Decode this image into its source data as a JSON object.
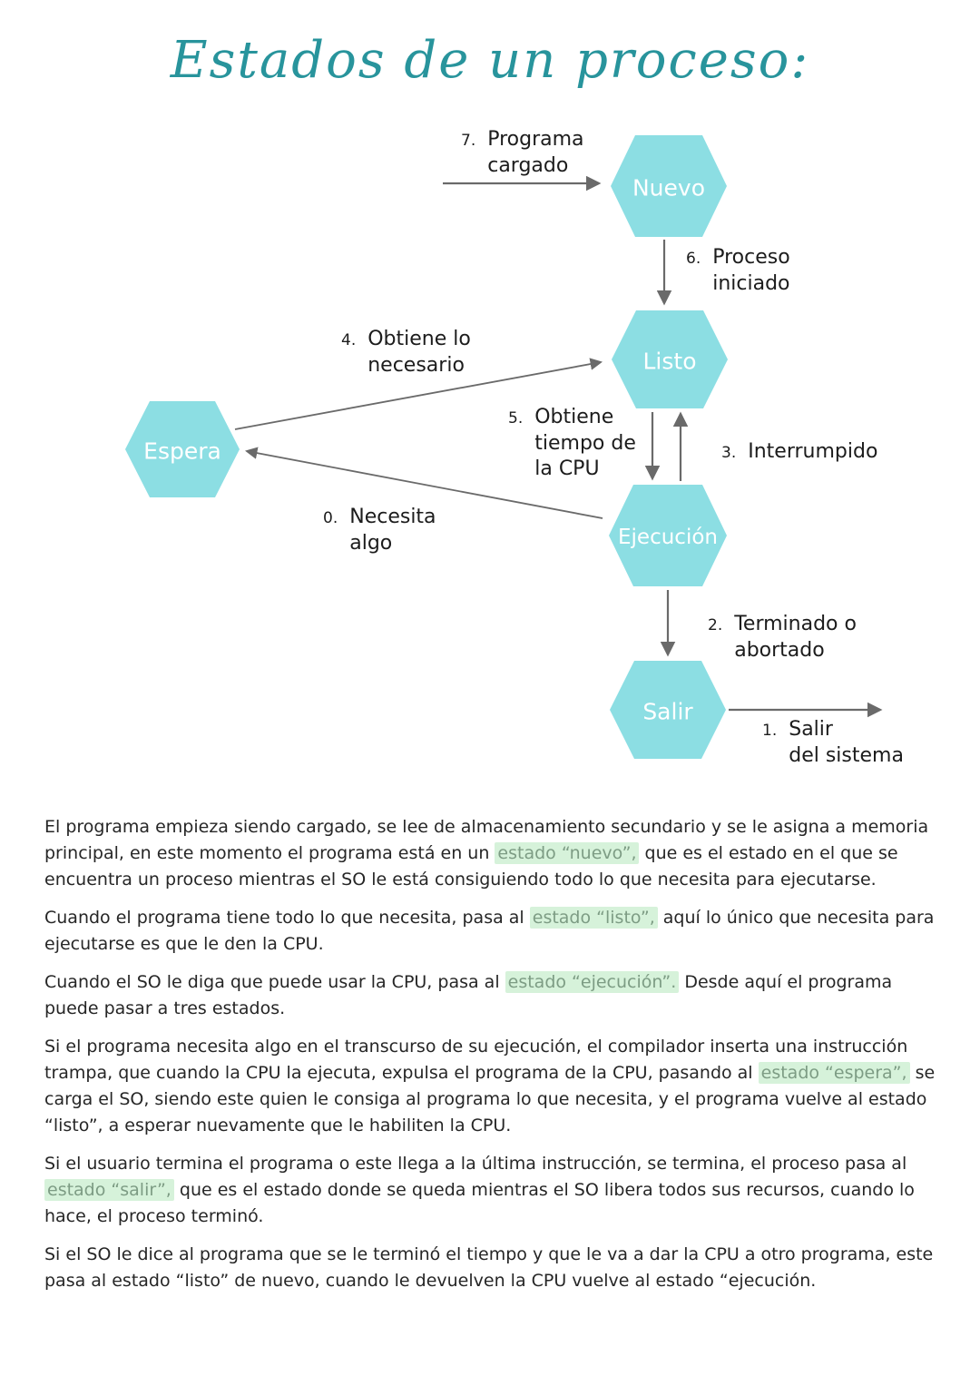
{
  "page": {
    "title": "Estados de un proceso:"
  },
  "colors": {
    "title_teal": "#28949c",
    "hexagon_fill": "#8cdee3",
    "hexagon_text": "#ffffff",
    "arrow_gray": "#6a6a6a",
    "highlight_background": "#d6f2da",
    "highlight_text": "#7d9c84",
    "body_text": "#262626"
  },
  "diagram": {
    "nodes": {
      "nuevo": {
        "label": "Nuevo"
      },
      "listo": {
        "label": "Listo"
      },
      "espera": {
        "label": "Espera"
      },
      "ejecucion": {
        "label": "Ejecución"
      },
      "salir": {
        "label": "Salir"
      }
    },
    "transitions": [
      {
        "num": "7.",
        "text": "Programa\ncargado",
        "from": "(inicio)",
        "to": "Nuevo"
      },
      {
        "num": "6.",
        "text": "Proceso\niniciado",
        "from": "Nuevo",
        "to": "Listo"
      },
      {
        "num": "4.",
        "text": "Obtiene lo\nnecesario",
        "from": "Espera",
        "to": "Listo"
      },
      {
        "num": "5.",
        "text": "Obtiene\ntiempo de\nla CPU",
        "from": "Listo",
        "to": "Ejecución"
      },
      {
        "num": "3.",
        "text": "Interrumpido",
        "from": "Ejecución",
        "to": "Listo"
      },
      {
        "num": "0.",
        "text": "Necesita\nalgo",
        "from": "Ejecución",
        "to": "Espera"
      },
      {
        "num": "2.",
        "text": "Terminado o\nabortado",
        "from": "Ejecución",
        "to": "Salir"
      },
      {
        "num": "1.",
        "text": "Salir\ndel sistema",
        "from": "Salir",
        "to": "(fuera)"
      }
    ]
  },
  "paragraphs": [
    {
      "segments": [
        {
          "text": "El programa empieza siendo cargado, se lee de almacenamiento secundario y se le asigna a memoria principal, en este momento el programa está en un ",
          "highlight": false
        },
        {
          "text": "estado “nuevo”,",
          "highlight": true
        },
        {
          "text": " que es el estado en el que se encuentra un proceso mientras el SO le está consiguiendo todo lo que necesita para ejecutarse.",
          "highlight": false
        }
      ]
    },
    {
      "segments": [
        {
          "text": "Cuando el programa tiene todo lo que necesita, pasa al ",
          "highlight": false
        },
        {
          "text": "estado “listo”,",
          "highlight": true
        },
        {
          "text": " aquí lo único que necesita para ejecutarse es que le den la CPU.",
          "highlight": false
        }
      ]
    },
    {
      "segments": [
        {
          "text": "Cuando el SO le diga que puede usar la CPU, pasa al ",
          "highlight": false
        },
        {
          "text": "estado “ejecución”.",
          "highlight": true
        },
        {
          "text": " Desde aquí el programa puede pasar a tres estados.",
          "highlight": false
        }
      ]
    },
    {
      "segments": [
        {
          "text": "Si el programa necesita algo en el transcurso de su ejecución, el compilador inserta una instrucción trampa, que cuando la CPU la ejecuta, expulsa el programa de la CPU, pasando al ",
          "highlight": false
        },
        {
          "text": "estado “espera”,",
          "highlight": true
        },
        {
          "text": " se carga el SO, siendo este quien le consiga al programa lo que necesita, y el programa vuelve al estado “listo”, a esperar nuevamente que le habiliten la CPU.",
          "highlight": false
        }
      ]
    },
    {
      "segments": [
        {
          "text": "Si el usuario termina el programa o este llega a la última instrucción, se termina, el proceso pasa al ",
          "highlight": false
        },
        {
          "text": "estado “salir”,",
          "highlight": true
        },
        {
          "text": " que es el estado donde se queda mientras el SO libera todos sus recursos, cuando lo hace, el proceso terminó.",
          "highlight": false
        }
      ]
    },
    {
      "segments": [
        {
          "text": "Si el SO le dice al programa que se le terminó el tiempo y que le va a dar la CPU a otro programa, este pasa al estado “listo” de nuevo, cuando le devuelven la CPU vuelve al estado “ejecución.",
          "highlight": false
        }
      ]
    }
  ]
}
